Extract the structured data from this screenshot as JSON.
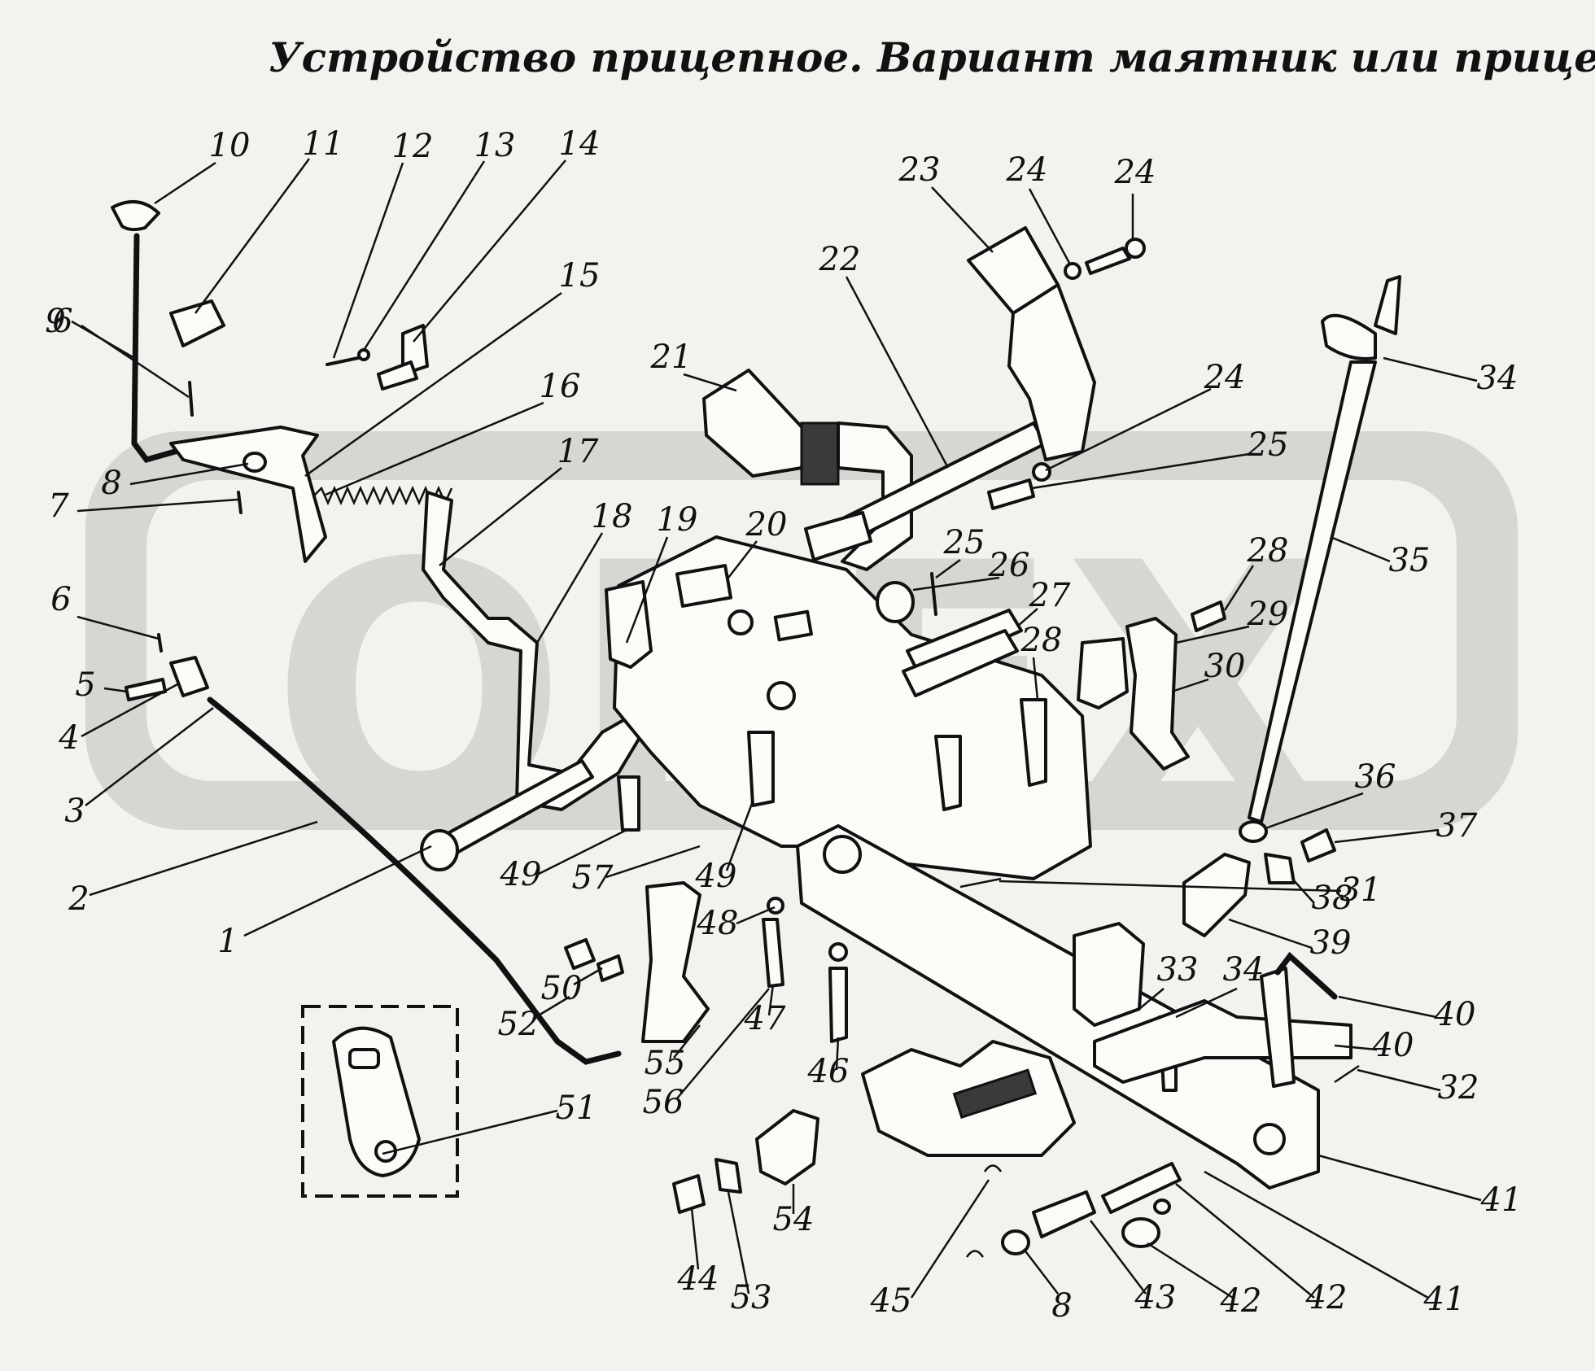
{
  "title": "Устройство прицепное. Вариант маятник или прицеп",
  "watermark": "OPEX",
  "callouts": [
    {
      "n": "1"
    },
    {
      "n": "2"
    },
    {
      "n": "3"
    },
    {
      "n": "4"
    },
    {
      "n": "5"
    },
    {
      "n": "6"
    },
    {
      "n": "6"
    },
    {
      "n": "7"
    },
    {
      "n": "8"
    },
    {
      "n": "8"
    },
    {
      "n": "9"
    },
    {
      "n": "10"
    },
    {
      "n": "11"
    },
    {
      "n": "12"
    },
    {
      "n": "13"
    },
    {
      "n": "14"
    },
    {
      "n": "15"
    },
    {
      "n": "16"
    },
    {
      "n": "17"
    },
    {
      "n": "18"
    },
    {
      "n": "19"
    },
    {
      "n": "20"
    },
    {
      "n": "21"
    },
    {
      "n": "22"
    },
    {
      "n": "23"
    },
    {
      "n": "24"
    },
    {
      "n": "24"
    },
    {
      "n": "24"
    },
    {
      "n": "25"
    },
    {
      "n": "25"
    },
    {
      "n": "26"
    },
    {
      "n": "27"
    },
    {
      "n": "28"
    },
    {
      "n": "28"
    },
    {
      "n": "29"
    },
    {
      "n": "30"
    },
    {
      "n": "31"
    },
    {
      "n": "32"
    },
    {
      "n": "33"
    },
    {
      "n": "34"
    },
    {
      "n": "34"
    },
    {
      "n": "35"
    },
    {
      "n": "36"
    },
    {
      "n": "37"
    },
    {
      "n": "38"
    },
    {
      "n": "39"
    },
    {
      "n": "40"
    },
    {
      "n": "40"
    },
    {
      "n": "41"
    },
    {
      "n": "41"
    },
    {
      "n": "42"
    },
    {
      "n": "42"
    },
    {
      "n": "43"
    },
    {
      "n": "44"
    },
    {
      "n": "45"
    },
    {
      "n": "46"
    },
    {
      "n": "47"
    },
    {
      "n": "48"
    },
    {
      "n": "49"
    },
    {
      "n": "49"
    },
    {
      "n": "50"
    },
    {
      "n": "51"
    },
    {
      "n": "52"
    },
    {
      "n": "53"
    },
    {
      "n": "54"
    },
    {
      "n": "55"
    },
    {
      "n": "56"
    },
    {
      "n": "57"
    }
  ]
}
